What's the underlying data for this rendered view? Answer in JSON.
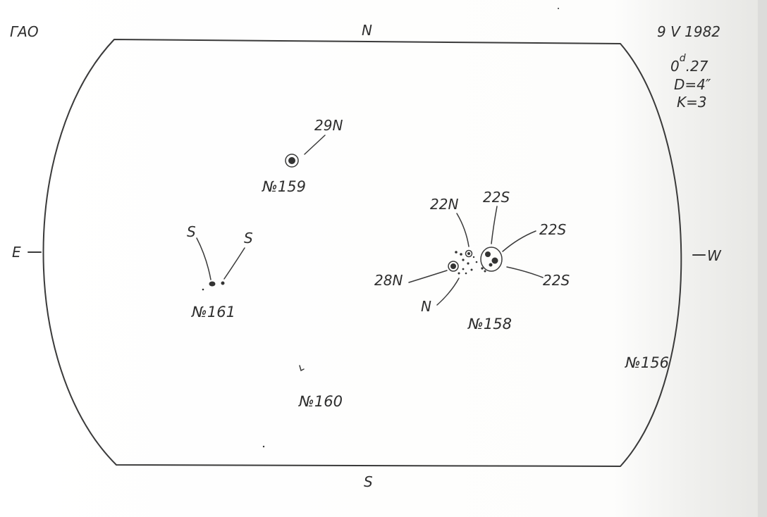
{
  "observatory": "ГАО",
  "date": "9  V  1982",
  "params": {
    "time_base": "0",
    "time_sup": "d",
    "time_rest": ".27",
    "diameter": "D=4″",
    "k_value": "K=3"
  },
  "compass": {
    "north": "N",
    "south": "S",
    "east": "E",
    "west": "W"
  },
  "groups": {
    "g158": {
      "number": "№158",
      "labels": [
        "22N",
        "22S",
        "22S",
        "22S",
        "28N",
        "N"
      ]
    },
    "g159": {
      "number": "№159",
      "labels": [
        "29N"
      ]
    },
    "g160": {
      "number": "№160"
    },
    "g161": {
      "number": "№161",
      "labels": [
        "S",
        "S"
      ]
    },
    "g156": {
      "number": "№156"
    }
  }
}
